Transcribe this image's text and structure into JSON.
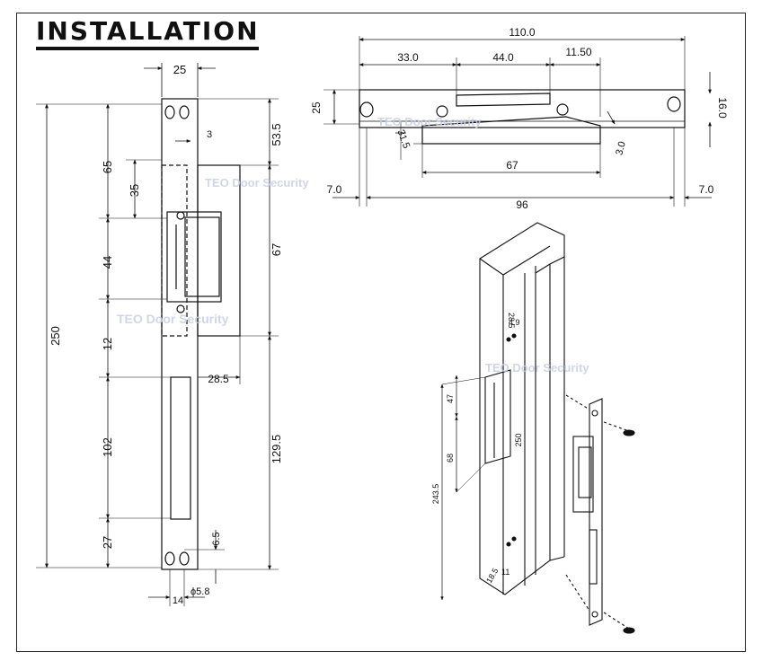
{
  "title": "INSTALLATION",
  "watermark": "TEO Door Security",
  "front_view": {
    "dims": {
      "width": "25",
      "top_offset": "53.5",
      "lip": "3",
      "box_height": "67",
      "tongue": "28.5",
      "lower": "129.5",
      "total": "250",
      "seg_65": "65",
      "seg_35": "35",
      "seg_44": "44",
      "seg_12": "12",
      "seg_102": "102",
      "seg_27": "27",
      "hole_offset": "6.5",
      "hole_dia": "ϕ5.8",
      "bottom_w": "14"
    }
  },
  "top_view": {
    "dims": {
      "overall": "110.0",
      "a": "33.0",
      "b": "44.0",
      "c": "11.50",
      "height": "25",
      "right_h": "16.0",
      "angle": "31.5",
      "edge": "3.0",
      "inner": "67",
      "left_end": "7.0",
      "span": "96",
      "right_end": "7.0"
    }
  },
  "iso_view": {
    "dims": {
      "d1": "28.5",
      "d2": "4.9",
      "d3": "47",
      "d4": "68",
      "d5": "243.5",
      "d6": "250",
      "d7": "11",
      "d8": "18.5"
    }
  },
  "colors": {
    "line": "#111111",
    "watermark": "#c8cfe6"
  }
}
